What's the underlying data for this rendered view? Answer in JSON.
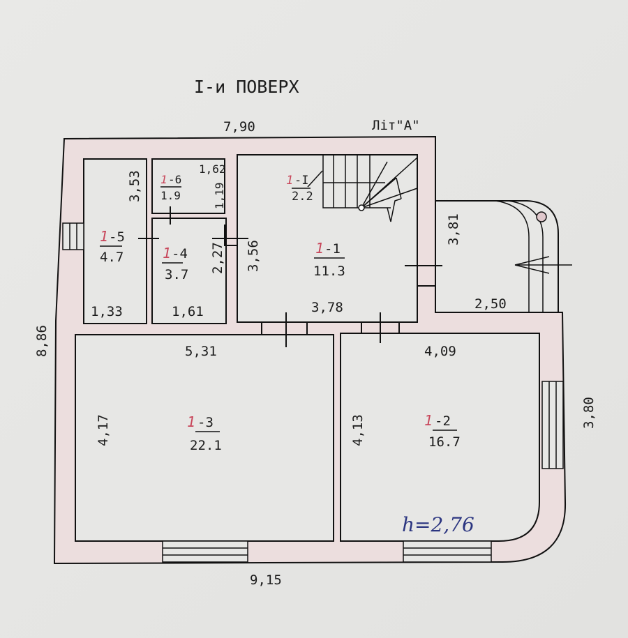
{
  "title": "I-и ПОВЕРХ",
  "letter": "Літ\"А\"",
  "height_note": "h=2,76",
  "dimensions": {
    "top": "7,90",
    "bottom": "9,15",
    "left": "8,86",
    "right_lower": "3,80",
    "porch_height": "3,81",
    "porch_width": "2,50",
    "r15_height": "3,53",
    "r15_width": "1,33",
    "r16_width": "1,62",
    "r16_height": "1,19",
    "r14_height": "2,27",
    "r14_width": "1,61",
    "r11_height": "3,56",
    "r11_width": "3,78",
    "r13_width": "5,31",
    "r13_height": "4,17",
    "r12_width": "4,09",
    "r12_height": "4,13"
  },
  "rooms": [
    {
      "mark": "1",
      "suffix": "-1",
      "area": "11.3"
    },
    {
      "mark": "1",
      "suffix": "-2",
      "area": "16.7"
    },
    {
      "mark": "1",
      "suffix": "-3",
      "area": "22.1"
    },
    {
      "mark": "1",
      "suffix": "-4",
      "area": "3.7"
    },
    {
      "mark": "1",
      "suffix": "-5",
      "area": "4.7"
    },
    {
      "mark": "1",
      "suffix": "-6",
      "area": "1.9"
    },
    {
      "mark": "1",
      "suffix": "-I",
      "area": "2.2"
    }
  ]
}
